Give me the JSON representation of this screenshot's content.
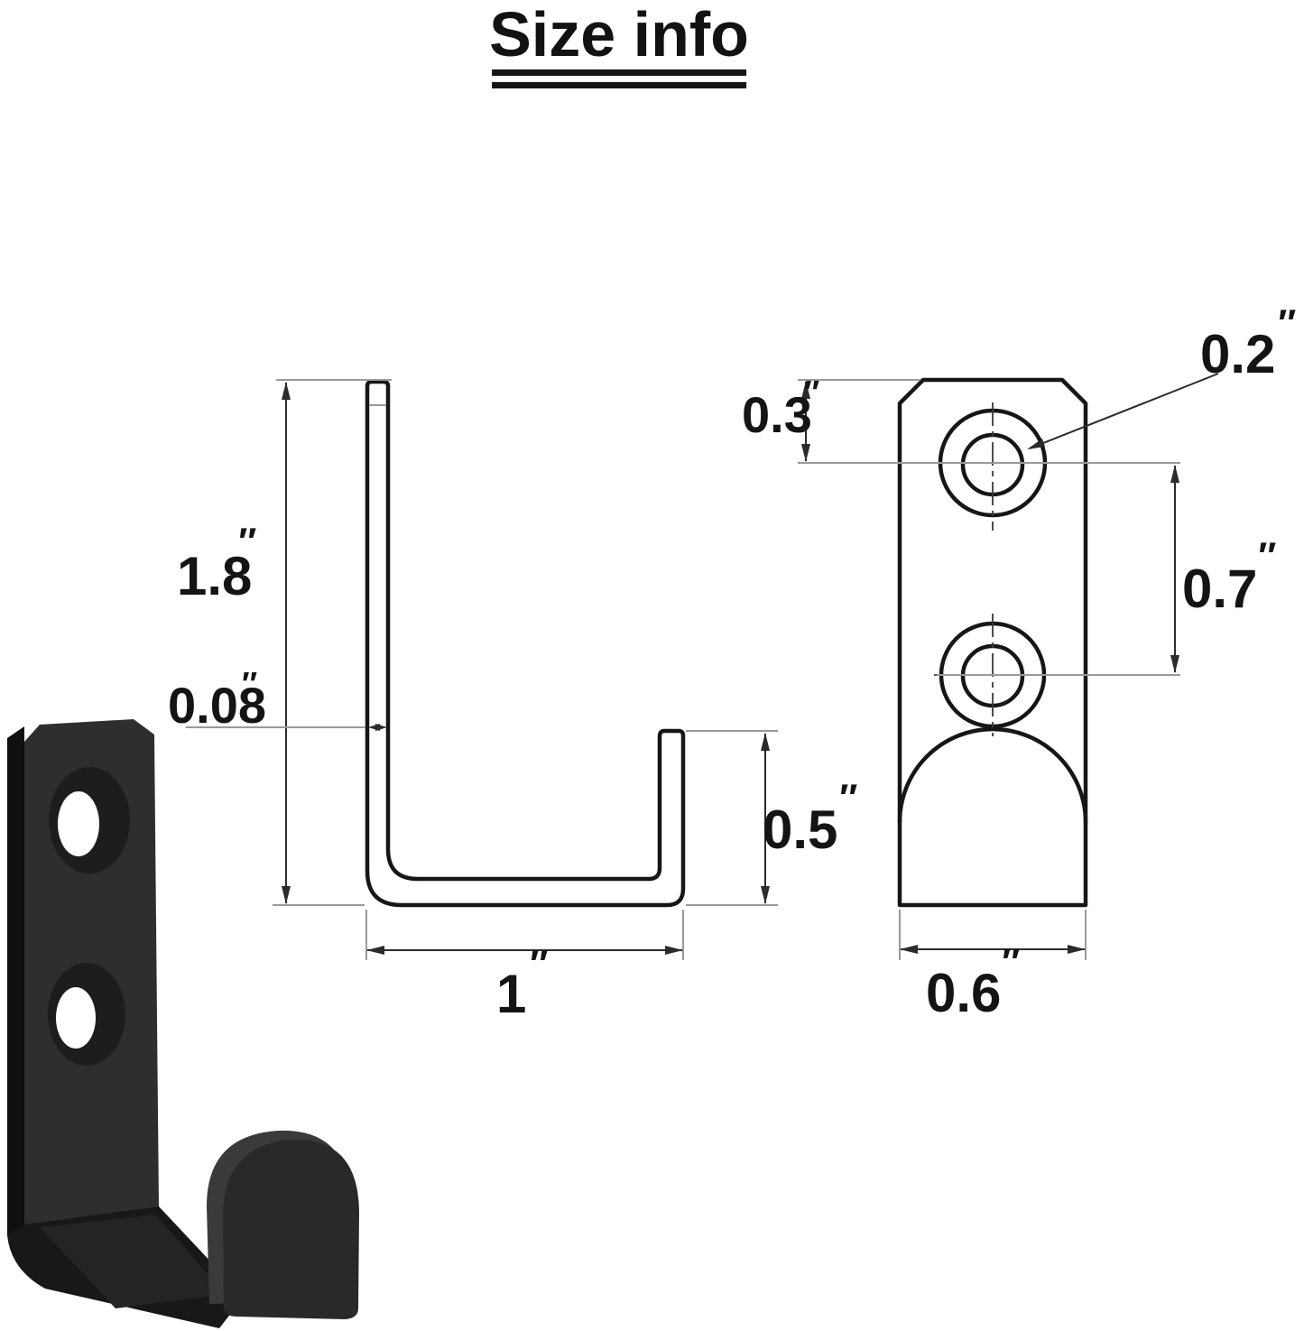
{
  "title": "Size info",
  "colors": {
    "outline": "#161616",
    "dimension_line": "#2b2b2b",
    "extension_line": "#9a9a9a",
    "hook_body": "#2e2e2e",
    "hook_edge": "#121212",
    "background": "#ffffff"
  },
  "views": {
    "side": {
      "name": "side profile drawing",
      "height": {
        "value": "1.8",
        "unit": "″"
      },
      "thickness": {
        "value": "0.08",
        "unit": "″"
      },
      "depth": {
        "value": "1",
        "unit": "″"
      },
      "hook_lip_height": {
        "value": "0.5",
        "unit": "″"
      }
    },
    "front": {
      "name": "front profile drawing",
      "hole_top_offset": {
        "value": "0.3",
        "unit": "″"
      },
      "hole_diameter": {
        "value": "0.2",
        "unit": "″"
      },
      "hole_spacing": {
        "value": "0.7",
        "unit": "″"
      },
      "width": {
        "value": "0.6",
        "unit": "″"
      }
    }
  }
}
